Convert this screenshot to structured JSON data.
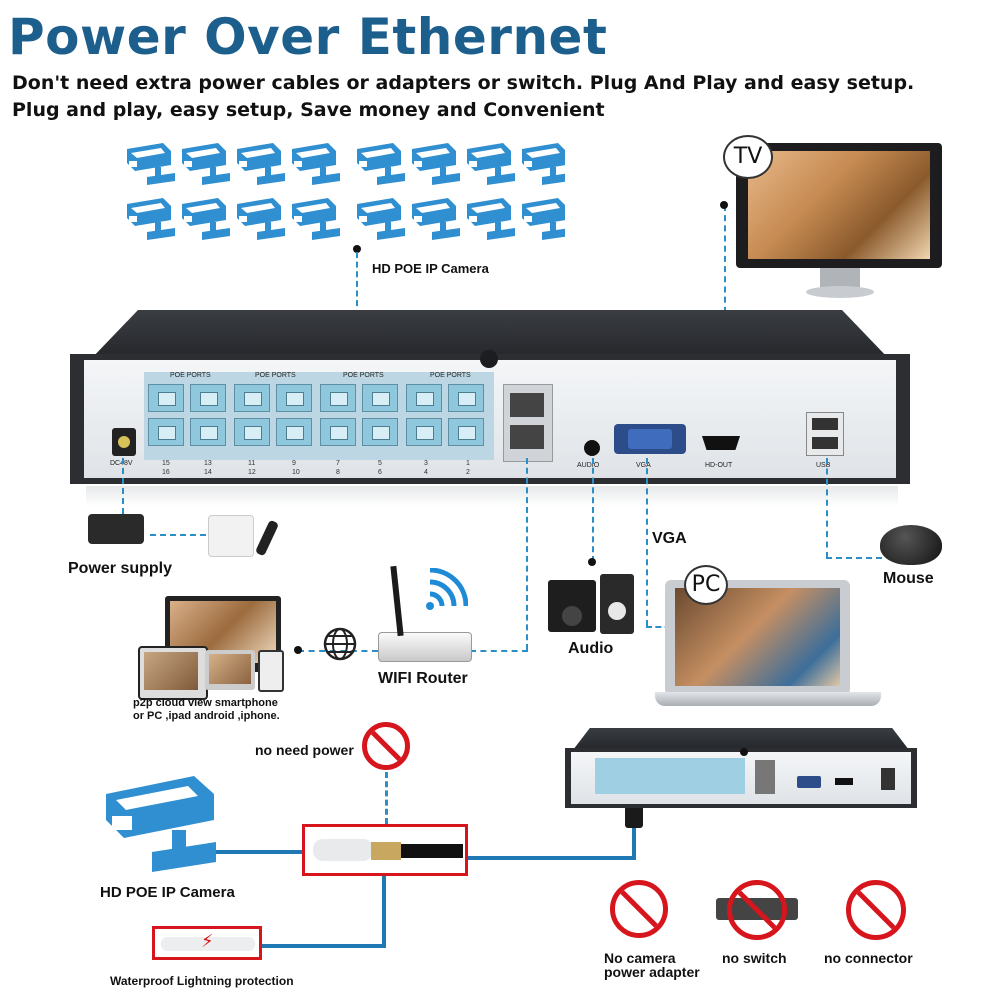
{
  "title": "Power Over Ethernet",
  "subtitle_lines": [
    "Don't need extra power cables or adapters or switch. Plug And Play and easy setup.",
    "Plug and play, easy setup, Save money and Convenient"
  ],
  "labels": {
    "ip_camera_top": "HD POE IP Camera",
    "tv": "TV",
    "power_supply": "Power supply",
    "vga": "VGA",
    "mouse": "Mouse",
    "pc": "PC",
    "audio": "Audio",
    "wifi_router": "WIFI Router",
    "p2p_line1": "p2p cloud view smartphone",
    "p2p_line2": "or PC ,ipad android ,iphone.",
    "no_need_power": "no need power",
    "ip_camera_bottom": "HD POE IP Camera",
    "waterproof": "Waterproof Lightning protection",
    "no_camera_adapter_1": "No camera",
    "no_camera_adapter_2": "power adapter",
    "no_switch": "no switch",
    "no_connector": "no connector"
  },
  "nvr": {
    "poe_ports_label": "POE PORTS",
    "port_numbers": [
      "15",
      "13",
      "11",
      "9",
      "7",
      "5",
      "3",
      "1",
      "16",
      "14",
      "12",
      "10",
      "8",
      "6",
      "4",
      "2"
    ],
    "dc_label": "DC48V",
    "audio_label": "AUDIO",
    "vga_label": "VGA",
    "hdout_label": "HD-OUT",
    "usb_label": "USB"
  },
  "colors": {
    "title": "#1c5f8c",
    "camera": "#2f8fd1",
    "lines": "#2a8fc7",
    "forbidden": "#d6161c"
  },
  "icons": [
    "ip-camera-icon",
    "tv-monitor-icon",
    "power-adapter-icon",
    "power-socket-icon",
    "mouse-icon",
    "laptop-icon",
    "speaker-icon",
    "wifi-router-icon",
    "wifi-signal-icon",
    "globe-icon",
    "lightning-protector-icon",
    "no-sign-icon"
  ]
}
